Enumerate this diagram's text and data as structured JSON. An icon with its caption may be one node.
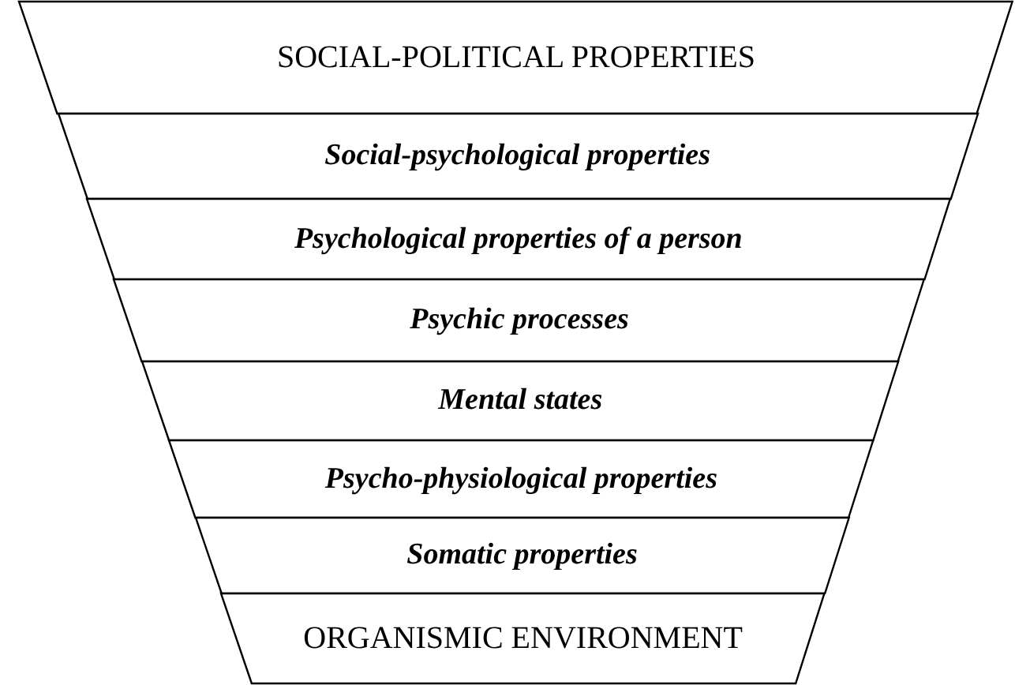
{
  "diagram": {
    "nodes": [
      {
        "text": [
          "SOCIAL-POLITICAL PROPERTIES"
        ]
      },
      {
        "text": [
          "Social-psychological properties"
        ]
      },
      {
        "text": [
          "Psychological properties of a person"
        ]
      },
      {
        "text": [
          "Psychic processes"
        ]
      },
      {
        "text": [
          "Mental states"
        ]
      },
      {
        "text": [
          "Psycho-physiological properties"
        ]
      },
      {
        "text": [
          "Somatic properties"
        ]
      },
      {
        "text": [
          "ORGANISMIC ENVIRONMENT"
        ]
      }
    ]
  }
}
